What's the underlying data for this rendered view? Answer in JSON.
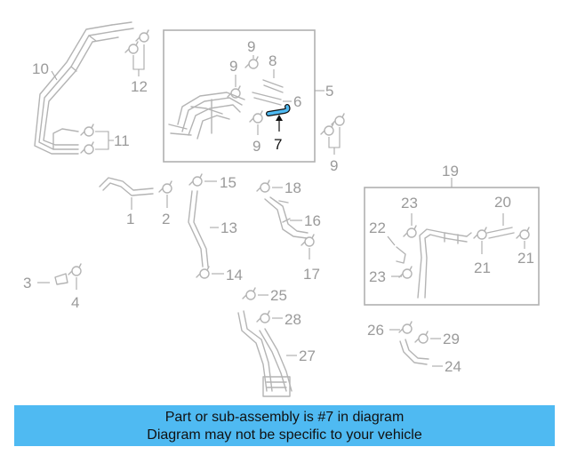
{
  "callouts": {
    "c1": "1",
    "c2": "2",
    "c3": "3",
    "c4": "4",
    "c5": "5",
    "c6": "6",
    "c7": "7",
    "c8": "8",
    "c9a": "9",
    "c9b": "9",
    "c9c": "9",
    "c9d": "9",
    "c10": "10",
    "c11": "11",
    "c12": "12",
    "c13": "13",
    "c14": "14",
    "c15": "15",
    "c16": "16",
    "c17": "17",
    "c18": "18",
    "c19": "19",
    "c20": "20",
    "c21a": "21",
    "c21b": "21",
    "c22": "22",
    "c23a": "23",
    "c23b": "23",
    "c24": "24",
    "c25": "25",
    "c26": "26",
    "c27": "27",
    "c28": "28",
    "c29": "29"
  },
  "highlight": {
    "part_number": "7",
    "color": "#4fbaf2"
  },
  "banner": {
    "line1": "Part or sub-assembly is #7 in diagram",
    "line2": "Diagram may not be specific to your vehicle",
    "background": "#4fbaf2"
  }
}
